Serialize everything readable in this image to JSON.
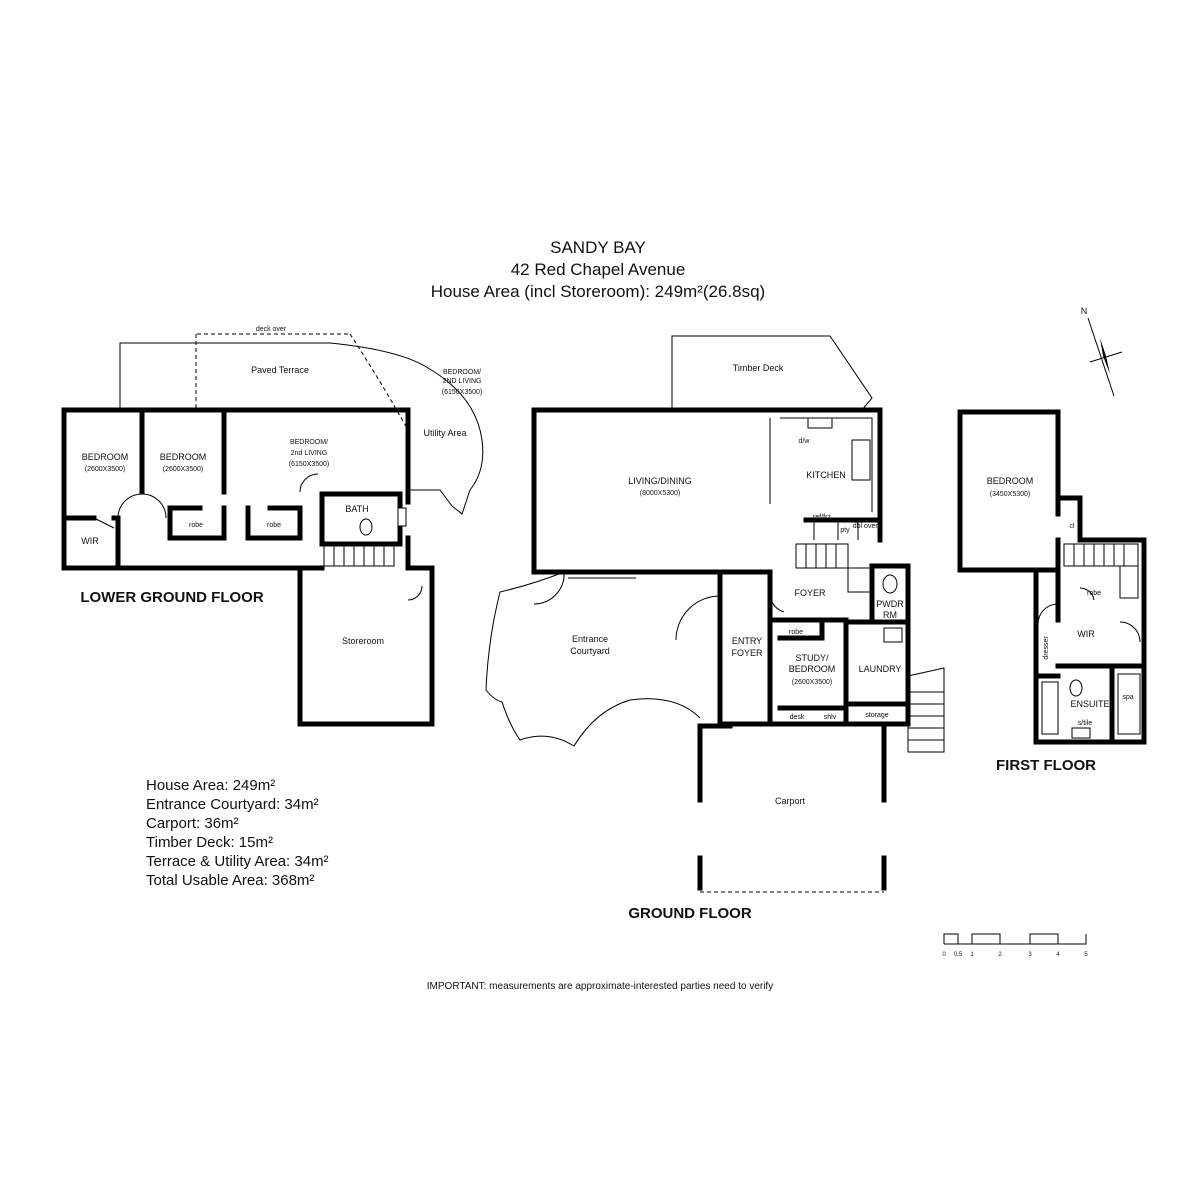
{
  "header": {
    "suburb": "SANDY BAY",
    "address": "42 Red Chapel Avenue",
    "house_area": "House Area (incl Storeroom): 249m²(26.8sq)"
  },
  "north_label": "N",
  "floors": {
    "lower": "LOWER GROUND FLOOR",
    "ground": "GROUND FLOOR",
    "first": "FIRST FLOOR"
  },
  "lower_rooms": {
    "bed1_name": "BEDROOM",
    "bed1_dim": "(2600X3500)",
    "bed2_name": "BEDROOM",
    "bed2_dim": "(2600X3500)",
    "bed3_name": "BEDROOM/",
    "bed3_name2": "2nd LIVING",
    "bed3_dim": "(6150X3500)",
    "robe1": "robe",
    "robe2": "robe",
    "wir": "WIR",
    "bath": "BATH",
    "storeroom": "Storeroom",
    "paved_terrace": "Paved Terrace",
    "deck_over": "deck over",
    "utility": "Utility Area",
    "ghost_name": "BEDROOM/",
    "ghost_name2": "2ND LIVING",
    "ghost_dim": "(6150X3500)"
  },
  "ground_rooms": {
    "timber_deck": "Timber Deck",
    "living_name": "LIVING/DINING",
    "living_dim": "(8000X5300)",
    "kitchen": "KITCHEN",
    "dw": "d/w",
    "refrig": "ref/frz",
    "pantry": "pty",
    "dbl_oven": "dbl oven",
    "foyer": "FOYER",
    "pwdr1": "PWDR",
    "pwdr2": "RM",
    "entry1": "ENTRY",
    "entry2": "FOYER",
    "robe": "robe",
    "study1": "STUDY/",
    "study2": "BEDROOM",
    "study_dim": "(2600X3500)",
    "laundry": "LAUNDRY",
    "desk": "desk",
    "shlv": "shlv",
    "storage": "storage",
    "courtyard1": "Entrance",
    "courtyard2": "Courtyard",
    "carport": "Carport"
  },
  "first_rooms": {
    "bedroom_name": "BEDROOM",
    "bedroom_dim": "(3450X5300)",
    "cl": "cl",
    "robe": "robe",
    "wir": "WIR",
    "dresser": "dresser",
    "ensuite": "ENSUITE",
    "spa": "spa",
    "shtile": "s/tile"
  },
  "areas": [
    "House Area: 249m²",
    "Entrance Courtyard: 34m²",
    "Carport: 36m²",
    "Timber Deck: 15m²",
    "Terrace & Utility Area: 34m²",
    "Total Usable Area: 368m²"
  ],
  "scale_labels": [
    "0",
    "0.5",
    "1",
    "2",
    "3",
    "4",
    "5"
  ],
  "note": "IMPORTANT: measurements are approximate-interested parties need to verify"
}
